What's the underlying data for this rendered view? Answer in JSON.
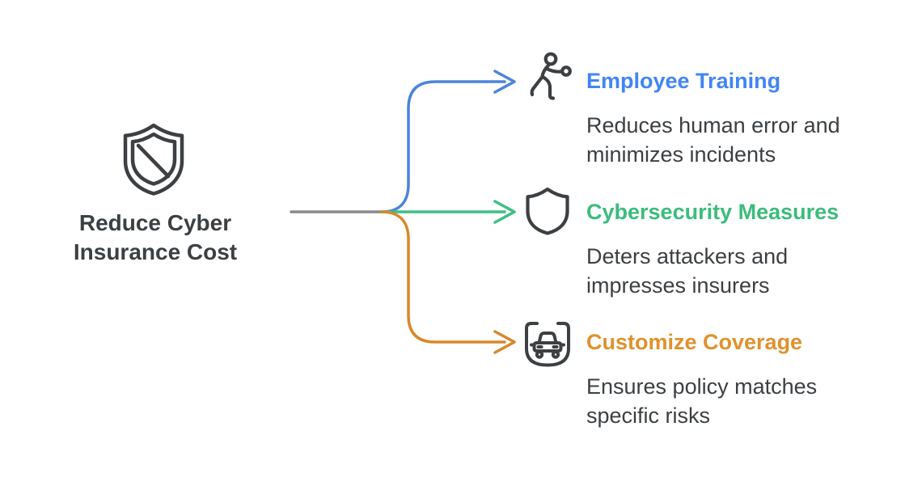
{
  "diagram": {
    "root": {
      "icon": "shield-slash-icon",
      "label_lines": [
        "Reduce Cyber",
        "Insurance Cost"
      ]
    },
    "branches": [
      {
        "title": "Employee Training",
        "description_lines": [
          "Reduces human error and",
          "minimizes incidents"
        ],
        "icon": "exercising-person-icon",
        "accent_color": "#4285F4",
        "line_color": "#4C84DB"
      },
      {
        "title": "Cybersecurity Measures",
        "description_lines": [
          "Deters attackers and",
          "impresses insurers"
        ],
        "icon": "shield-icon",
        "accent_color": "#3BBC7D",
        "line_color": "#3FBE85"
      },
      {
        "title": "Customize Coverage",
        "description_lines": [
          "Ensures policy matches",
          "specific risks"
        ],
        "icon": "car-icon",
        "accent_color": "#E0912D",
        "line_color": "#D8882B"
      }
    ],
    "colors": {
      "background": "#FFFFFF",
      "text": "#3C4043",
      "icon_stroke": "#3C4043",
      "trunk_line": "#8A8A8A"
    }
  }
}
